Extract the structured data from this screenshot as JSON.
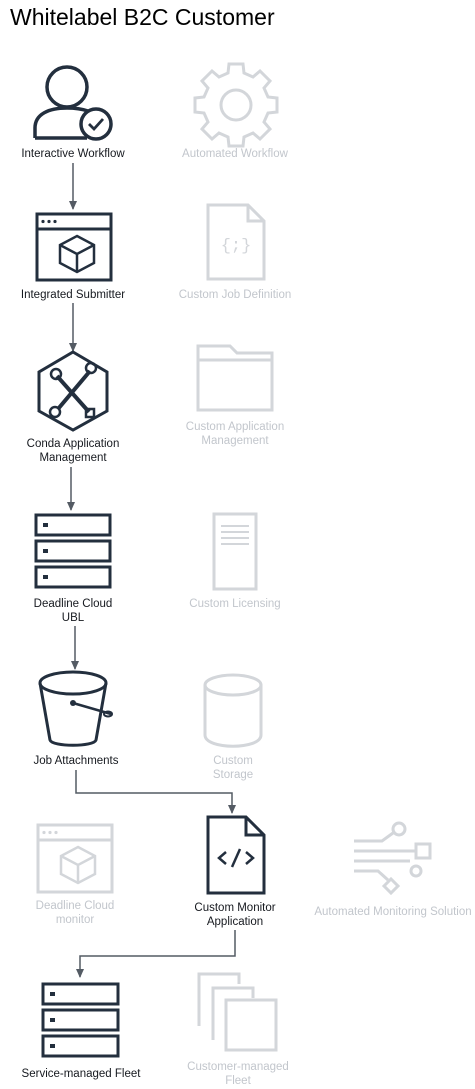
{
  "title": "Whitelabel B2C Customer",
  "colors": {
    "active": "#232f3e",
    "inactive": "#d3d6da",
    "arrow": "#545b64"
  },
  "nodes": {
    "interactive_workflow": {
      "label": "Interactive Workflow",
      "icon": "user-check-icon"
    },
    "automated_workflow": {
      "label": "Automated Workflow",
      "icon": "gear-icon"
    },
    "integrated_submitter": {
      "label": "Integrated Submitter",
      "icon": "browser-cube-icon"
    },
    "custom_job_definition": {
      "label": "Custom Job Definition",
      "icon": "json-file-icon"
    },
    "conda_app_mgmt": {
      "line1": "Conda Application",
      "line2": "Management",
      "icon": "tools-hexagon-icon"
    },
    "custom_app_mgmt": {
      "line1": "Custom Application",
      "line2": "Management",
      "icon": "folder-icon"
    },
    "deadline_ubl": {
      "line1": "Deadline Cloud",
      "line2": "UBL",
      "icon": "server-rack-icon"
    },
    "custom_licensing": {
      "label": "Custom Licensing",
      "icon": "server-tower-icon"
    },
    "job_attachments": {
      "label": "Job Attachments",
      "icon": "bucket-icon"
    },
    "custom_storage": {
      "line1": "Custom",
      "line2": "Storage",
      "icon": "cylinder-icon"
    },
    "deadline_monitor": {
      "line1": "Deadline Cloud",
      "line2": "monitor",
      "icon": "browser-cube-icon"
    },
    "custom_monitor_app": {
      "line1": "Custom Monitor",
      "line2": "Application",
      "icon": "code-file-icon"
    },
    "automated_monitoring": {
      "label": "Automated Monitoring Solution",
      "icon": "circuit-lines-icon"
    },
    "service_managed_fleet": {
      "label": "Service-managed Fleet",
      "icon": "server-rack-icon"
    },
    "customer_managed_fleet": {
      "line1": "Customer-managed",
      "line2": "Fleet",
      "icon": "stacked-squares-icon"
    }
  }
}
